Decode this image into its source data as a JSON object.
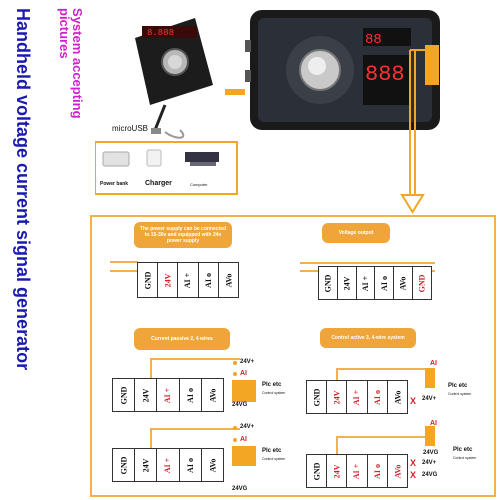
{
  "titles": {
    "system": "System accepting pictures",
    "main": "Handheld voltage current signal generator"
  },
  "photos": {
    "microusb": "microUSB",
    "power_bank": "Power bank",
    "charger": "Charger",
    "computer": "Computer"
  },
  "panels": {
    "note": "The power supply can be connected to 15-30v and equipped with 24v power supply",
    "voltage_output": "Voltage output",
    "passive": "Current passive 2, 4 wires",
    "active": "Control active 3, 4-wire system"
  },
  "terminals": {
    "pins_a": [
      "GND",
      "24V",
      "AI +",
      "AI o",
      "AVo"
    ],
    "pins_b": [
      "GND",
      "24V",
      "AI +",
      "AI o",
      "AVo",
      "GND"
    ]
  },
  "device": {
    "v24p": "24V+",
    "ai": "AI",
    "gnd": "24VG",
    "plc": "Plc etc",
    "plc_sub": "Control system",
    "x": "X"
  },
  "colors": {
    "accent": "#f0a53a",
    "title_blue": "#1a1ab0",
    "title_magenta": "#d01fd0"
  }
}
